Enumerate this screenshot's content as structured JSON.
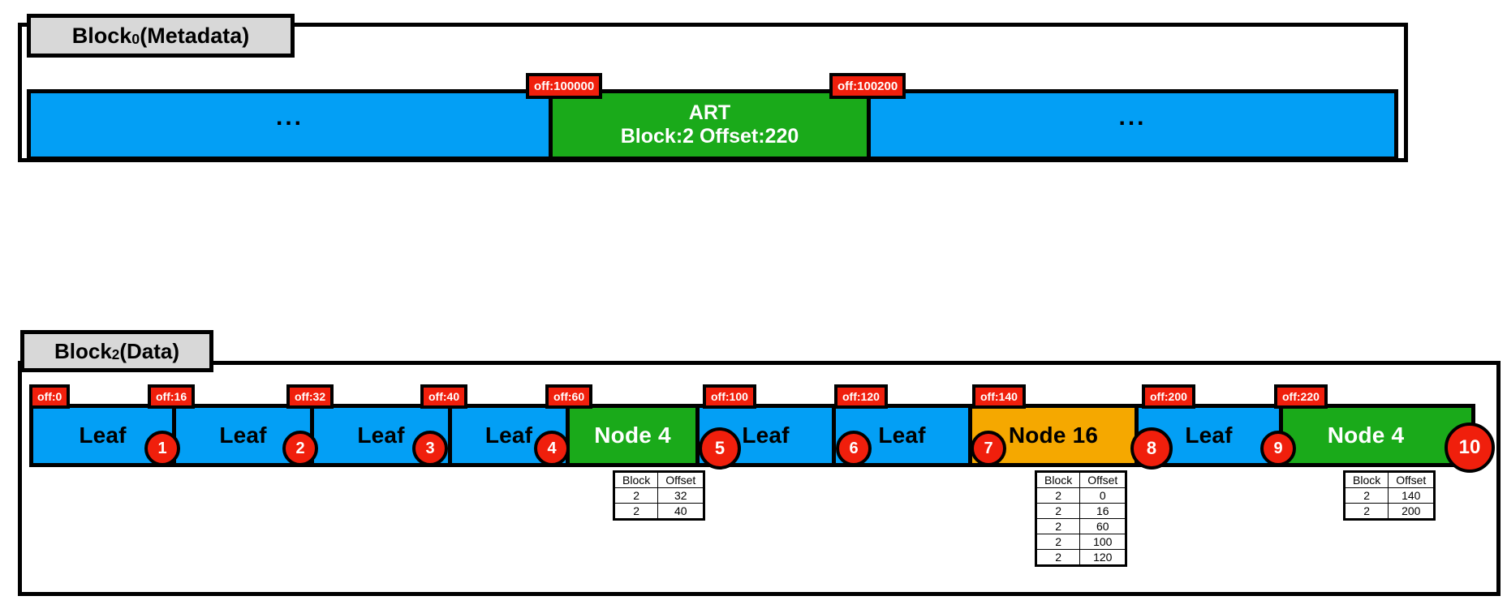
{
  "diagram": {
    "title": "ART index layout across storage blocks",
    "colors": {
      "blue": "#039ff5",
      "green": "#1aaa1a",
      "orange": "#f5a800",
      "red": "#f01f0c",
      "title_gray": "#d8d8d8",
      "outline": "#000000"
    }
  },
  "metadata_block": {
    "title_prefix": "Block",
    "title_subscript": "0",
    "title_suffix": " (Metadata)",
    "segments": [
      {
        "label": "...",
        "kind": "blue",
        "type": "ellipsis"
      },
      {
        "label": "ART",
        "sublabel": "Block:2 Offset:220",
        "kind": "green",
        "type": "art"
      },
      {
        "label": "...",
        "kind": "blue",
        "type": "ellipsis"
      }
    ],
    "offsets": [
      {
        "label": "off:100000"
      },
      {
        "label": "off:100200"
      }
    ]
  },
  "data_block": {
    "title_prefix": "Block",
    "title_subscript": "2",
    "title_suffix": " (Data)",
    "segments": [
      {
        "label": "Leaf",
        "kind": "blue",
        "badge": "1"
      },
      {
        "label": "Leaf",
        "kind": "blue",
        "badge": "2"
      },
      {
        "label": "Leaf",
        "kind": "blue",
        "badge": "3"
      },
      {
        "label": "Leaf",
        "kind": "blue",
        "badge": "4"
      },
      {
        "label": "Node 4",
        "kind": "green",
        "badge": "5"
      },
      {
        "label": "Leaf",
        "kind": "blue",
        "badge": "6"
      },
      {
        "label": "Leaf",
        "kind": "blue",
        "badge": "7"
      },
      {
        "label": "Node 16",
        "kind": "orange",
        "badge": "8"
      },
      {
        "label": "Leaf",
        "kind": "blue",
        "badge": "9"
      },
      {
        "label": "Node 4",
        "kind": "green",
        "badge": "10"
      }
    ],
    "offsets": [
      {
        "label": "off:0"
      },
      {
        "label": "off:16"
      },
      {
        "label": "off:32"
      },
      {
        "label": "off:40"
      },
      {
        "label": "off:60"
      },
      {
        "label": "off:100"
      },
      {
        "label": "off:120"
      },
      {
        "label": "off:140"
      },
      {
        "label": "off:200"
      },
      {
        "label": "off:220"
      }
    ]
  },
  "tables": [
    {
      "owner_badge": "5",
      "headers": [
        "Block",
        "Offset"
      ],
      "rows": [
        [
          "2",
          "32"
        ],
        [
          "2",
          "40"
        ]
      ]
    },
    {
      "owner_badge": "8",
      "headers": [
        "Block",
        "Offset"
      ],
      "rows": [
        [
          "2",
          "0"
        ],
        [
          "2",
          "16"
        ],
        [
          "2",
          "60"
        ],
        [
          "2",
          "100"
        ],
        [
          "2",
          "120"
        ]
      ]
    },
    {
      "owner_badge": "10",
      "headers": [
        "Block",
        "Offset"
      ],
      "rows": [
        [
          "2",
          "140"
        ],
        [
          "2",
          "200"
        ]
      ]
    }
  ]
}
